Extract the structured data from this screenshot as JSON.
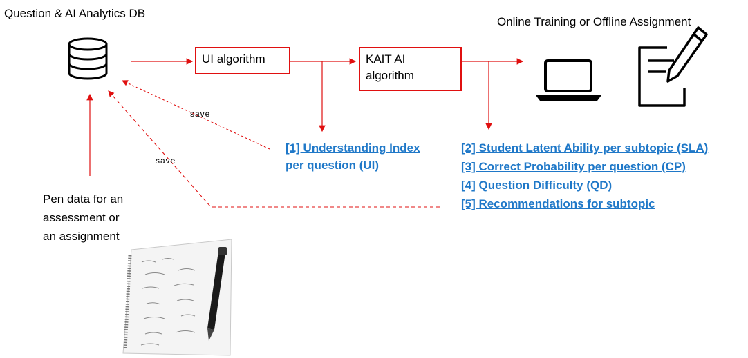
{
  "db_title": "Question & AI Analytics DB",
  "output_title": "Online Training or Offline Assignment",
  "ui_box": "UI algorithm",
  "kait_box_line1": "KAIT AI",
  "kait_box_line2": "algorithm",
  "ui_result_line1": "[1] Understanding Index",
  "ui_result_line2": "per question (UI)",
  "kait_results": [
    "[2] Student Latent Ability per subtopic (SLA)",
    "[3] Correct Probability per question (CP)",
    "[4] Question Difficulty (QD)",
    "[5] Recommendations for subtopic"
  ],
  "save_label_1": "save",
  "save_label_2": "save",
  "pen_data_line1": "Pen data for an",
  "pen_data_line2": "assessment or",
  "pen_data_line3": "an assignment",
  "icons": [
    "database-icon",
    "laptop-icon",
    "document-edit-icon",
    "notebook-pen-image"
  ],
  "colors": {
    "arrow": "#e01010",
    "link": "#1f78c8"
  }
}
